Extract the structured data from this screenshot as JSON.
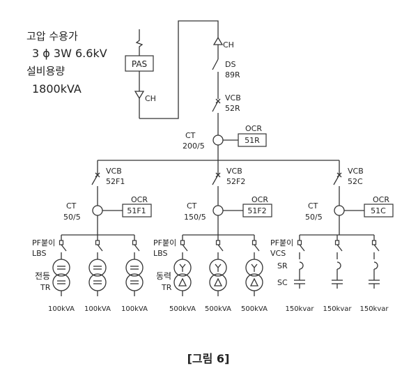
{
  "header": {
    "line1": "고압 수용가",
    "line2": "3 ϕ 3W 6.6kV",
    "line3": "설비용량",
    "line4": "1800kVA"
  },
  "incoming": {
    "pas": "PAS",
    "ch_left": "CH",
    "ch_right": "CH",
    "ds": "DS",
    "ds_no": "89R",
    "vcb": "VCB",
    "vcb_no": "52R",
    "ct": "CT",
    "ct_ratio": "200/5",
    "ocr": "OCR",
    "ocr_no": "51R"
  },
  "feeders": [
    {
      "vcb": "VCB",
      "vcb_no": "52F1",
      "ct": "CT",
      "ct_ratio": "50/5",
      "ocr": "OCR",
      "ocr_no": "51F1",
      "switch_label_1": "PF붙이",
      "switch_label_2": "LBS",
      "load_label_1": "전등",
      "load_label_2": "TR",
      "ratings": [
        "100kVA",
        "100kVA",
        "100kVA"
      ]
    },
    {
      "vcb": "VCB",
      "vcb_no": "52F2",
      "ct": "CT",
      "ct_ratio": "150/5",
      "ocr": "OCR",
      "ocr_no": "51F2",
      "switch_label_1": "PF붙이",
      "switch_label_2": "LBS",
      "load_label_1": "동력",
      "load_label_2": "TR",
      "ratings": [
        "500kVA",
        "500kVA",
        "500kVA"
      ]
    },
    {
      "vcb": "VCB",
      "vcb_no": "52C",
      "ct": "CT",
      "ct_ratio": "50/5",
      "ocr": "OCR",
      "ocr_no": "51C",
      "switch_label_1": "PF붙이",
      "switch_label_2": "VCS",
      "load_label_1": "SR",
      "load_label_2": "SC",
      "ratings": [
        "150kvar",
        "150kvar",
        "150kvar"
      ]
    }
  ],
  "caption": "[그림 6]"
}
